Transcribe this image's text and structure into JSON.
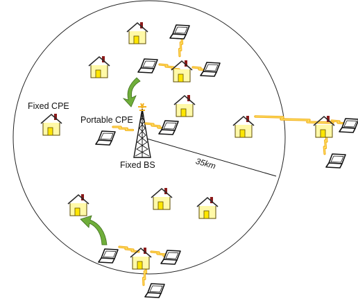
{
  "labels": {
    "fixed_cpe": "Fixed CPE",
    "portable_cpe": "Portable CPE",
    "fixed_bs": "Fixed BS",
    "range": "35km"
  },
  "icons": {
    "house": "house-icon",
    "laptop": "laptop-icon",
    "tower": "base-station-tower-icon",
    "wireless_link": "wireless-link-icon",
    "movement_arrow": "movement-arrow-icon"
  },
  "colors": {
    "house_wall": "#FFF9A8",
    "house_door": "#FFE600",
    "house_chimney": "#8B1A1A",
    "link": "#F2B01E",
    "link_core": "#FFE36A",
    "arrow": "#6FAE3A",
    "line": "#111111"
  }
}
